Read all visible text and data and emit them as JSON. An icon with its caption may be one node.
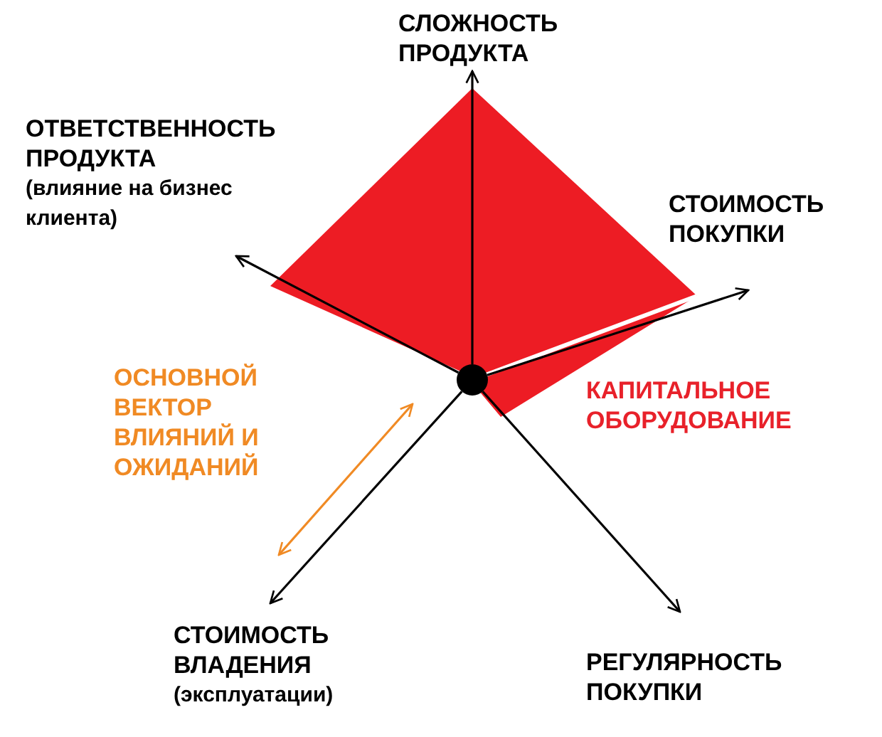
{
  "diagram": {
    "nodes": [
      {
        "text": [],
        "shape": "circle"
      },
      {
        "text": [
          "СЛОЖНОСТЬ ПРОДУКТА"
        ]
      },
      {
        "text": [
          "ОТВЕТСТВЕННОСТЬ ПРОДУКТА",
          "(влияние на бизнес клиента)"
        ]
      },
      {
        "text": [
          "СТОИМОСТЬ ПОКУПКИ"
        ]
      },
      {
        "text": [
          "СТОИМОСТЬ ВЛАДЕНИЯ",
          "(эксплуатации)"
        ]
      },
      {
        "text": [
          "РЕГУЛЯРНОСТЬ ПОКУПКИ"
        ]
      }
    ],
    "edges": [
      {
        "from": 0,
        "to": 1,
        "arrow": "to"
      },
      {
        "from": 0,
        "to": 2,
        "arrow": "to"
      },
      {
        "from": 0,
        "to": 3,
        "arrow": "to"
      },
      {
        "from": 0,
        "to": 4,
        "arrow": "to"
      },
      {
        "from": 0,
        "to": 5,
        "arrow": "to"
      }
    ],
    "labels": [
      "ОСНОВНОЙ ВЕКТОР ВЛИЯНИЙ И ОЖИДАНИЙ",
      "КАПИТАЛЬНОЕ ОБОРУДОВАНИЕ"
    ]
  }
}
